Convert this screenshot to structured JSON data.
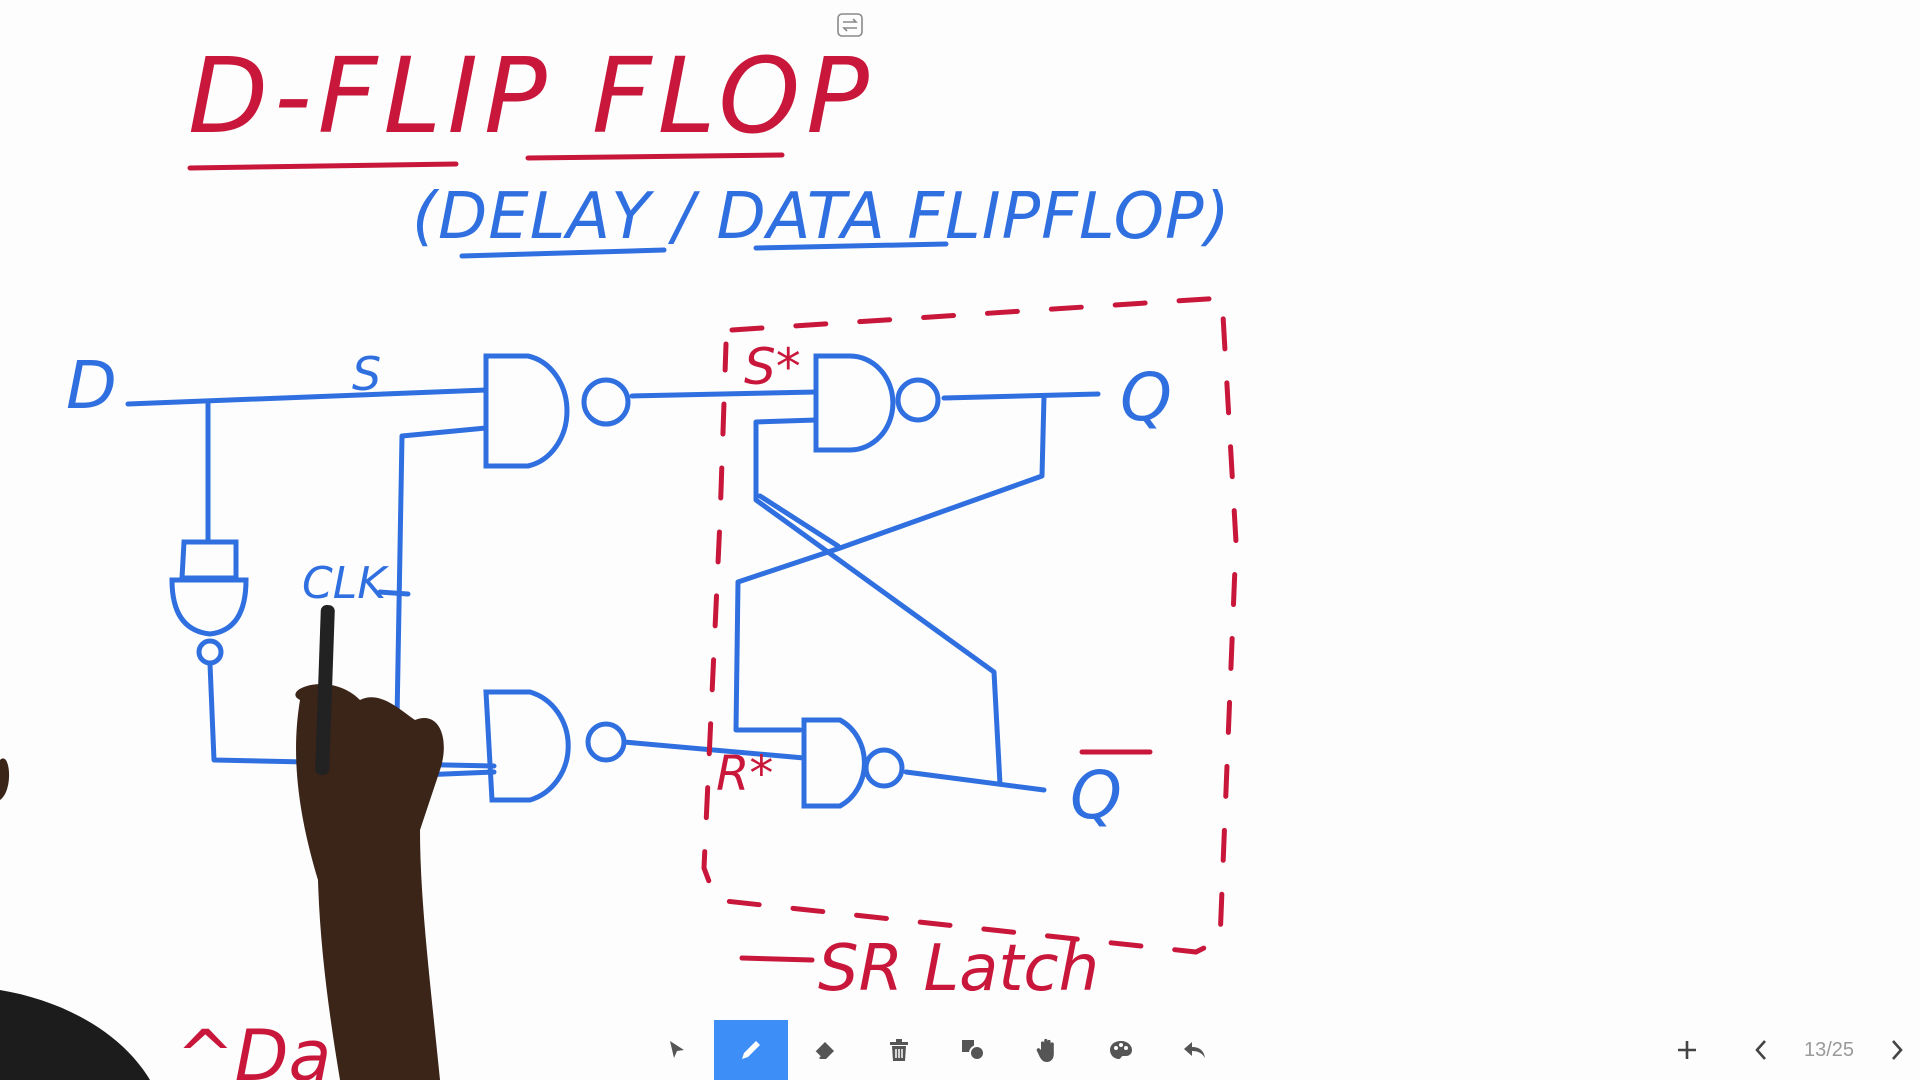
{
  "board": {
    "title": "D-FLIP FLOP",
    "subtitle": "(DELAY / DATA FLIPFLOP)",
    "labels": {
      "d_input": "D",
      "s_line": "S",
      "clk": "CLK",
      "s_star": "S*",
      "r_star": "R*",
      "q_out": "Q",
      "q_bar_out": "Q",
      "sr_latch": "SR Latch",
      "bottom_fragment": "^Da"
    },
    "colors": {
      "title_ink": "#c8173a",
      "circuit_ink": "#2f6fe0",
      "latch_outline": "#c8173a"
    }
  },
  "toolbar": {
    "tools": [
      {
        "name": "select",
        "icon": "pointer-arrow-icon",
        "active": false
      },
      {
        "name": "pen",
        "icon": "pen-icon",
        "active": true
      },
      {
        "name": "eraser",
        "icon": "eraser-icon",
        "active": false
      },
      {
        "name": "delete",
        "icon": "trash-icon",
        "active": false
      },
      {
        "name": "shapes",
        "icon": "shapes-icon",
        "active": false
      },
      {
        "name": "pan",
        "icon": "hand-icon",
        "active": false
      },
      {
        "name": "color",
        "icon": "palette-icon",
        "active": false
      },
      {
        "name": "undo",
        "icon": "undo-icon",
        "active": false
      }
    ],
    "accent": "#3e8ef7"
  },
  "pager": {
    "current": 13,
    "total": 25,
    "label": "13/25"
  },
  "drag_handle": {
    "icon": "swap-handle-icon"
  }
}
